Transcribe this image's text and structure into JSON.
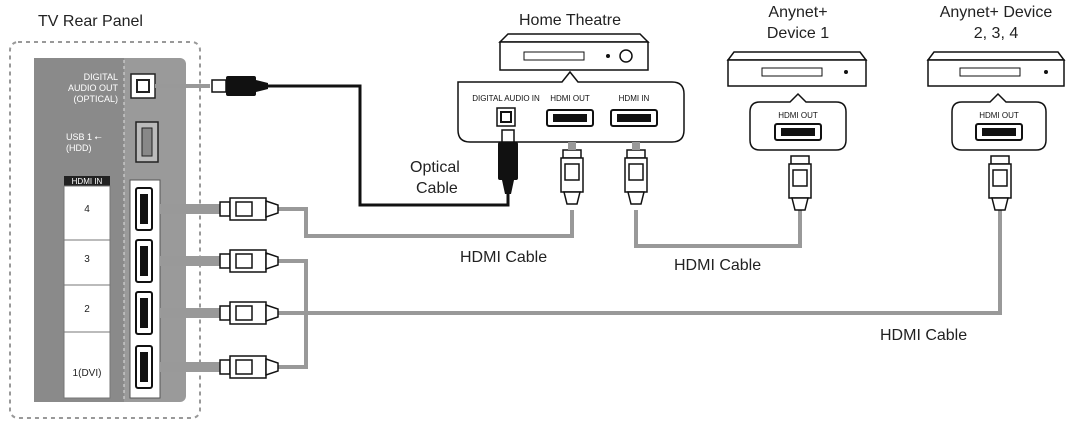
{
  "labels": {
    "tv_rear_panel": "TV Rear Panel",
    "home_theatre": "Home Theatre",
    "anynet_device_1_line1": "Anynet+",
    "anynet_device_1_line2": "Device 1",
    "anynet_device_234_line1": "Anynet+ Device",
    "anynet_device_234_line2": "2, 3, 4",
    "optical_cable_line1": "Optical",
    "optical_cable_line2": "Cable",
    "hdmi_cable_1": "HDMI Cable",
    "hdmi_cable_2": "HDMI Cable",
    "hdmi_cable_3": "HDMI Cable"
  },
  "tv_panel": {
    "digital_audio_out_line1": "DIGITAL",
    "digital_audio_out_line2": "AUDIO OUT",
    "digital_audio_out_line3": "(OPTICAL)",
    "usb_line1": "USB 1 ⭠",
    "usb_line2": "(HDD)",
    "hdmi_in_header": "HDMI IN",
    "port_labels": [
      "4",
      "3",
      "2",
      "1(DVI)"
    ]
  },
  "home_theatre_panel": {
    "digital_audio_in": "DIGITAL AUDIO IN",
    "hdmi_out": "HDMI OUT",
    "hdmi_in": "HDMI IN"
  },
  "device_ports": {
    "device1_hdmi_out": "HDMI OUT",
    "device234_hdmi_out": "HDMI OUT"
  }
}
